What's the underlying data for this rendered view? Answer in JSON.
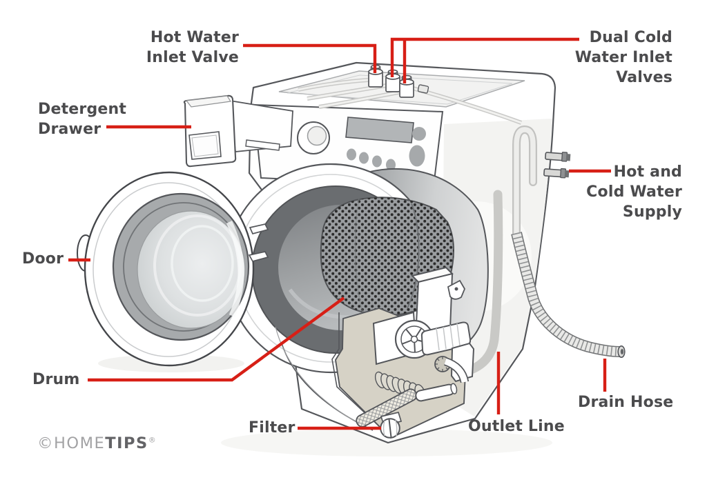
{
  "colors": {
    "background": "#ffffff",
    "leader_line_red": "#d71f16",
    "label_text": "#4b4b4d",
    "outline_gray": "#54565a",
    "drum_ring_gray": "#6a6d70",
    "base_pan_beige": "#d6d2c6"
  },
  "labels": {
    "hot_water_inlet_valve": "Hot Water\nInlet Valve",
    "dual_cold_water_inlet_valves": "Dual Cold\nWater Inlet\nValves",
    "detergent_drawer": "Detergent\nDrawer",
    "hot_and_cold_water_supply": "Hot and\nCold Water\nSupply",
    "door": "Door",
    "drum": "Drum",
    "filter": "Filter",
    "outlet_line": "Outlet Line",
    "drain_hose": "Drain Hose"
  },
  "watermark": {
    "copyright": "©",
    "brand_regular": "HOME",
    "brand_bold": "TIPS",
    "registered": "®"
  }
}
